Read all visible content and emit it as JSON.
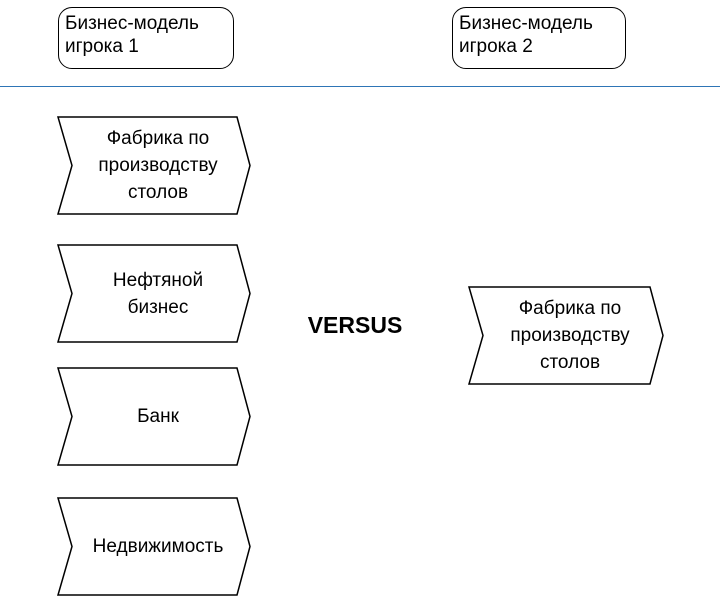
{
  "header": {
    "player1": "Бизнес-модель\nигрока 1",
    "player2": "Бизнес-модель\nигрока 2"
  },
  "player1_models": [
    "Фабрика по\nпроизводству\nстолов",
    "Нефтяной\nбизнес",
    "Банк",
    "Недвижимость"
  ],
  "versus_label": "VERSUS",
  "player2_models": [
    "Фабрика по\nпроизводству\nстолов"
  ],
  "colors": {
    "divider": "#2e75b6",
    "stroke": "#000000",
    "background": "#ffffff"
  }
}
